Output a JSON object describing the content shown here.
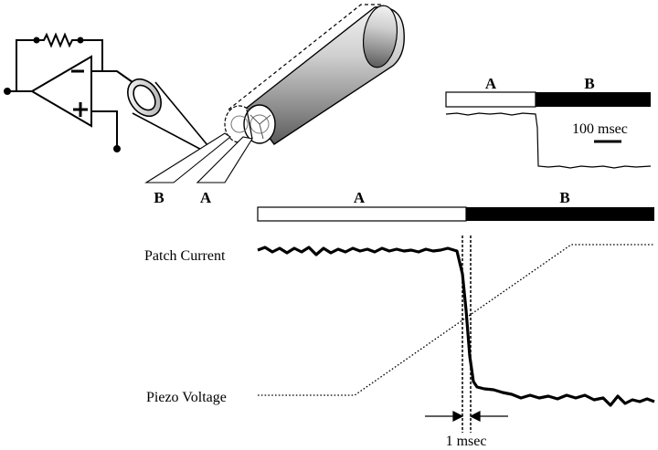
{
  "schematic": {
    "stream_labels": {
      "left": "B",
      "right": "A"
    }
  },
  "inset": {
    "bar_labels": {
      "a": "A",
      "b": "B"
    },
    "scale_label": "100 msec"
  },
  "main": {
    "bar_labels": {
      "a": "A",
      "b": "B"
    },
    "patch_current_label": "Patch Current",
    "piezo_voltage_label": "Piezo Voltage",
    "time_scale_label": "1 msec"
  }
}
